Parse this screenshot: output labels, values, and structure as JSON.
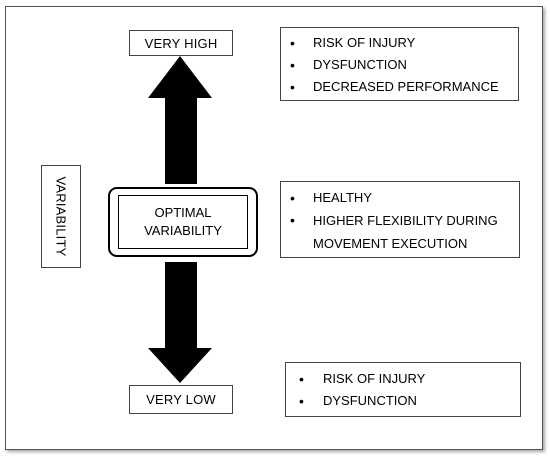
{
  "diagram": {
    "top_label": "VERY HIGH",
    "center_label_line1": "OPTIMAL",
    "center_label_line2": "VARIABILITY",
    "bottom_label": "VERY LOW",
    "axis_label": "VARIABILITY",
    "high_effects": [
      "RISK OF INJURY",
      "DYSFUNCTION",
      "DECREASED PERFORMANCE"
    ],
    "optimal_effects": [
      "HEALTHY",
      "HIGHER FLEXIBILITY DURING",
      "MOVEMENT EXECUTION"
    ],
    "low_effects": [
      "RISK OF INJURY",
      "DYSFUNCTION"
    ],
    "colors": {
      "arrow": "#000000",
      "border": "#444444",
      "background": "#ffffff"
    }
  }
}
